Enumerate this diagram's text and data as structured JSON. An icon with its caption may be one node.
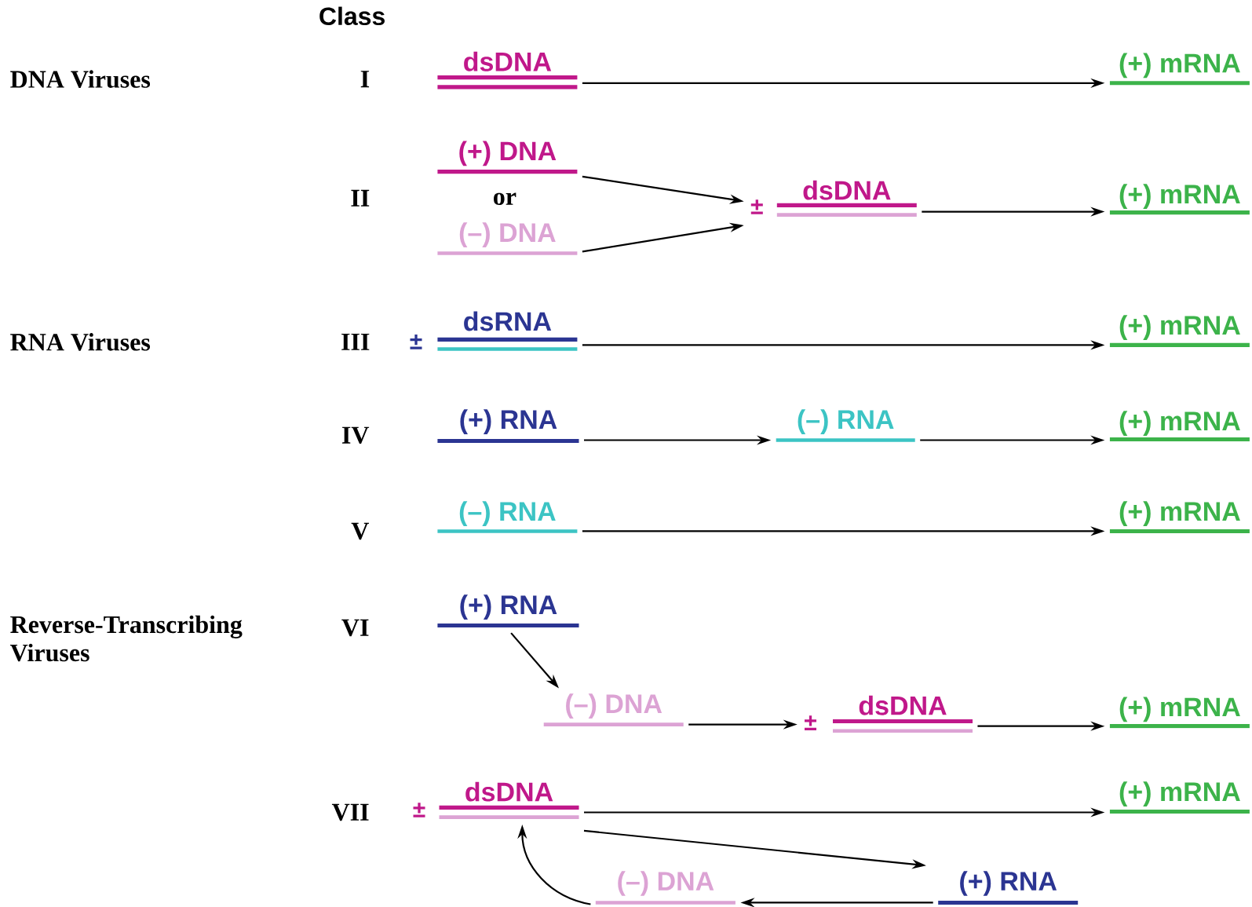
{
  "diagram": {
    "nodes": [
      {
        "text": [
          "dsDNA"
        ]
      },
      {
        "text": [
          "(+) mRNA"
        ]
      },
      {
        "text": [
          "(+) DNA"
        ]
      },
      {
        "text": [
          "(–) DNA"
        ]
      },
      {
        "text": [
          "±",
          "dsDNA"
        ]
      },
      {
        "text": [
          "(+) mRNA"
        ]
      },
      {
        "text": [
          "±",
          "dsRNA"
        ]
      },
      {
        "text": [
          "(+) mRNA"
        ]
      },
      {
        "text": [
          "(+) RNA"
        ]
      },
      {
        "text": [
          "(–) RNA"
        ]
      },
      {
        "text": [
          "(+) mRNA"
        ]
      },
      {
        "text": [
          "(–) RNA"
        ]
      },
      {
        "text": [
          "(+) mRNA"
        ]
      },
      {
        "text": [
          "(+) RNA"
        ]
      },
      {
        "text": [
          "(–) DNA"
        ]
      },
      {
        "text": [
          "±",
          "dsDNA"
        ]
      },
      {
        "text": [
          "(+) mRNA"
        ]
      },
      {
        "text": [
          "±",
          "dsDNA"
        ]
      },
      {
        "text": [
          "(+) mRNA"
        ]
      },
      {
        "text": [
          "(+) RNA"
        ]
      },
      {
        "text": [
          "(–) DNA"
        ]
      }
    ],
    "edges": [
      {
        "from": 0,
        "to": 1,
        "arrow": "to"
      },
      {
        "from": 2,
        "to": 4,
        "arrow": "to"
      },
      {
        "from": 3,
        "to": 4,
        "arrow": "to"
      },
      {
        "from": 4,
        "to": 5,
        "arrow": "to"
      },
      {
        "from": 6,
        "to": 7,
        "arrow": "to"
      },
      {
        "from": 8,
        "to": 9,
        "arrow": "to"
      },
      {
        "from": 9,
        "to": 10,
        "arrow": "to"
      },
      {
        "from": 11,
        "to": 12,
        "arrow": "to"
      },
      {
        "from": 13,
        "to": 14,
        "arrow": "to"
      },
      {
        "from": 14,
        "to": 15,
        "arrow": "to"
      },
      {
        "from": 15,
        "to": 16,
        "arrow": "to"
      },
      {
        "from": 17,
        "to": 18,
        "arrow": "to"
      },
      {
        "from": 17,
        "to": 19,
        "arrow": "to"
      },
      {
        "from": 19,
        "to": 20,
        "arrow": "to"
      },
      {
        "from": 20,
        "to": 17,
        "arrow": "to"
      }
    ],
    "labels": [
      "Class",
      "DNA Viruses",
      "I",
      "II",
      "or",
      "RNA Viruses",
      "III",
      "IV",
      "V",
      "Reverse-Transcribing Viruses",
      "VI",
      "VII"
    ]
  }
}
